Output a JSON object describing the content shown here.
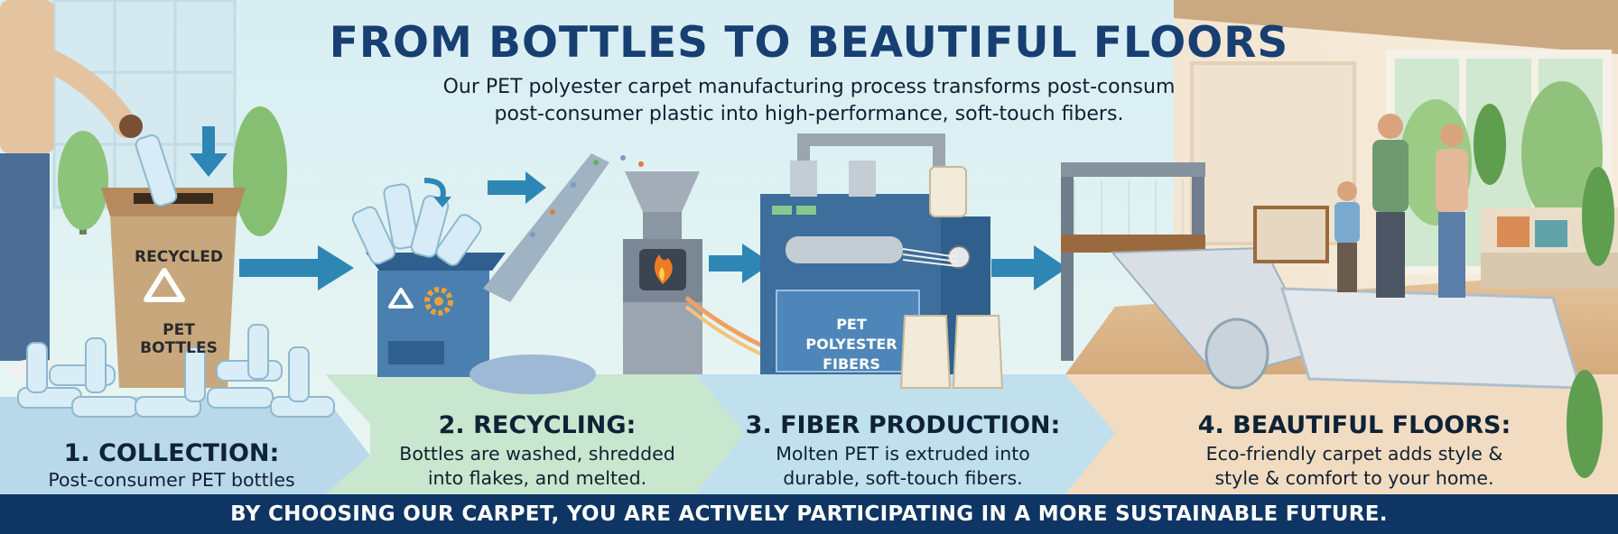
{
  "header": {
    "title": "FROM BOTTLES TO BEAUTIFUL FLOORS",
    "subtitle_line1": "Our PET polyester carpet manufacturing process transforms post-consum",
    "subtitle_line2": "post-consumer plastic into high-performance, soft-touch fibers."
  },
  "steps": [
    {
      "heading": "1. COLLECTION:",
      "body_lines": [
        "Post-consumer PET bottles"
      ],
      "panel_color": "#b9d9ea"
    },
    {
      "heading": "2. RECYCLING:",
      "body_lines": [
        "Bottles are washed, shredded",
        "into flakes, and melted."
      ],
      "panel_color": "#c9e7cf"
    },
    {
      "heading": "3. FIBER PRODUCTION:",
      "body_lines": [
        "Molten PET is extruded into",
        "durable, soft-touch fibers."
      ],
      "panel_color": "#bfe0ec"
    },
    {
      "heading": "4. BEAUTIFUL FLOORS:",
      "body_lines": [
        "Eco-friendly carpet adds style &",
        "style & comfort to your home."
      ],
      "panel_color": "#f1dcc2"
    }
  ],
  "labels": {
    "bin_line1": "RECYCLED",
    "bin_line2": "PET",
    "bin_line3": "BOTTLES",
    "machine_line1": "PET",
    "machine_line2": "POLYESTER",
    "machine_line3": "FIBERS"
  },
  "footer": {
    "text": "BY CHOOSING OUR CARPET, YOU ARE ACTIVELY PARTICIPATING IN A MORE SUSTAINABLE FUTURE."
  },
  "colors": {
    "title": "#173f72",
    "arrow": "#2e86b5",
    "footer_bg": "#0e3563",
    "machine": "#3d6e9c",
    "bin": "#c8a77d"
  },
  "icons": [
    "recycle-icon",
    "gear-icon",
    "flame-icon",
    "arrow-right-icon",
    "arrow-down-icon"
  ]
}
